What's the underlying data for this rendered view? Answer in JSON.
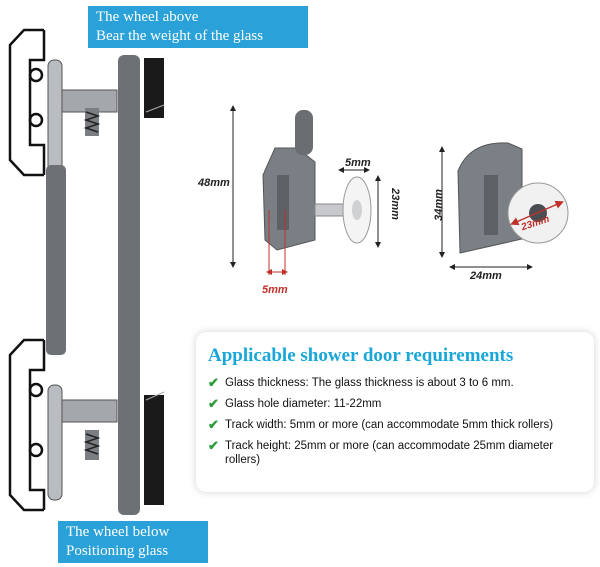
{
  "callouts": {
    "top": {
      "line1": "The wheel above",
      "line2": "Bear the weight of the glass"
    },
    "bottom": {
      "line1": "The wheel below",
      "line2": "Positioning glass"
    }
  },
  "dimensions": {
    "height_48": "48mm",
    "width_5_top": "5mm",
    "height_23": "23mm",
    "width_5_bottom": "5mm",
    "height_34": "34mm",
    "diameter_23": "23mm",
    "width_24": "24mm"
  },
  "requirements": {
    "title": "Applicable shower door requirements",
    "items": [
      {
        "text": "Glass thickness: The glass thickness is about 3 to 6 mm."
      },
      {
        "text": "Glass hole diameter: 11-22mm"
      },
      {
        "text": "Track width: 5mm or more (can accommodate 5mm thick rollers)"
      },
      {
        "text": "Track height: 25mm or more (can accommodate 25mm diameter rollers)"
      }
    ]
  },
  "colors": {
    "accent": "#2aa1d9",
    "title": "#19a6d8",
    "check": "#2e9b3a",
    "dim_red": "#c0302a"
  },
  "icons": {
    "check": "check-icon"
  }
}
